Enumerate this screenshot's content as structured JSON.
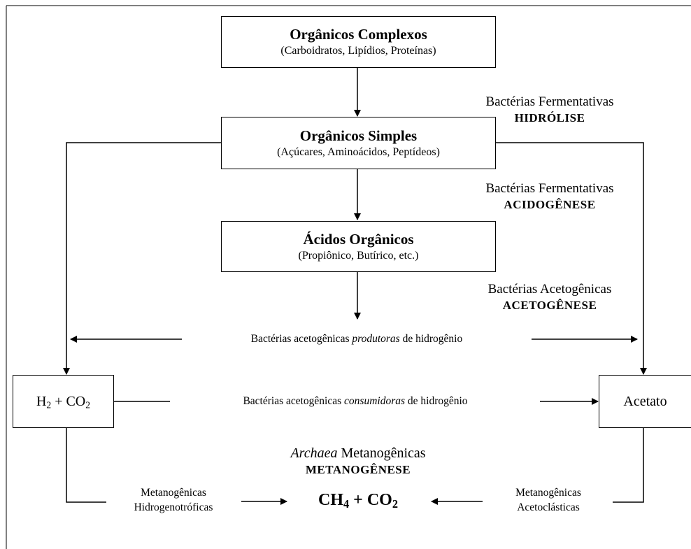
{
  "boxes": {
    "complex": {
      "title": "Orgânicos Complexos",
      "subtitle": "(Carboidratos, Lipídios, Proteínas)"
    },
    "simple": {
      "title": "Orgânicos Simples",
      "subtitle": "(Açúcares, Aminoácidos, Peptídeos)"
    },
    "acids": {
      "title": "Ácidos Orgânicos",
      "subtitle": "(Propiônico, Butírico, etc.)"
    },
    "h2co2": {
      "part1": "H",
      "sub1": "2",
      "part2": " + CO",
      "sub2": "2"
    },
    "acetate": {
      "label": "Acetato"
    }
  },
  "stages": {
    "hydrolysis": {
      "agent": "Bactérias Fermentativas",
      "phase": "HIDRÓLISE"
    },
    "acidogenesis": {
      "agent": "Bactérias Fermentativas",
      "phase": "ACIDOGÊNESE"
    },
    "acetogenesis": {
      "agent": "Bactérias Acetogênicas",
      "phase": "ACETOGÊNESE"
    },
    "methanogenesis": {
      "agent_italic": "Archaea",
      "agent_rest": " Metanogênicas",
      "phase": "METANOGÊNESE"
    }
  },
  "flows": {
    "producers": {
      "pre": "Bactérias acetogênicas ",
      "italic": "produtoras",
      "post": " de hidrogênio"
    },
    "consumers": {
      "pre": "Bactérias acetogênicas ",
      "italic": "consumidoras",
      "post": " de hidrogênio"
    }
  },
  "methanogens": {
    "hydrogenotrophic": {
      "line1": "Metanogênicas",
      "line2": "Hidrogenotróficas"
    },
    "acetoclastic": {
      "line1": "Metanogênicas",
      "line2": "Acetoclásticas"
    }
  },
  "product": {
    "part1": "CH",
    "sub1": "4",
    "part2": " + CO",
    "sub2": "2"
  }
}
